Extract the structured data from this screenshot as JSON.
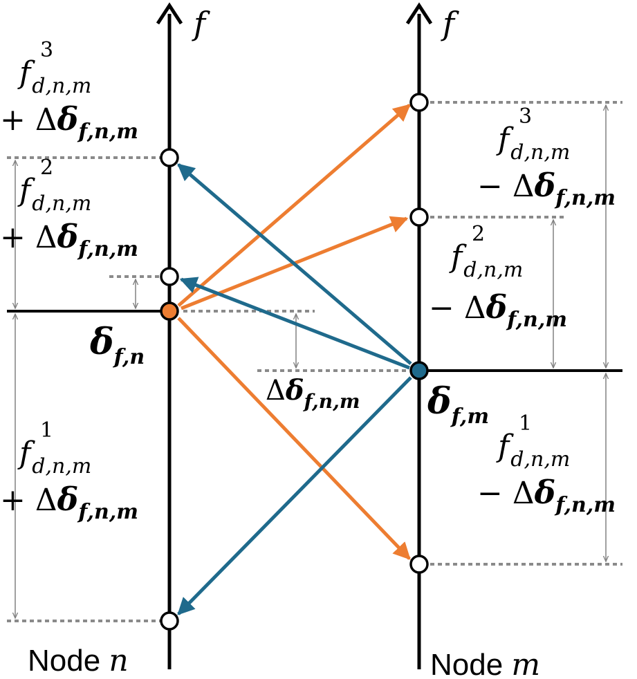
{
  "axis": {
    "left_label": "f",
    "right_label": "f"
  },
  "nodes": {
    "left": {
      "prefix": "Node ",
      "var": "n"
    },
    "right": {
      "prefix": "Node ",
      "var": "m"
    }
  },
  "left_labels": [
    {
      "f": "f",
      "sup": "3",
      "sub": "d,n,m",
      "op": "+ Δ",
      "d": "δ",
      "dsub": "f,n,m"
    },
    {
      "f": "f",
      "sup": "2",
      "sub": "d,n,m",
      "op": "+ Δ",
      "d": "δ",
      "dsub": "f,n,m"
    },
    {
      "f": "f",
      "sup": "1",
      "sub": "d,n,m",
      "op": "+ Δ",
      "d": "δ",
      "dsub": "f,n,m"
    }
  ],
  "right_labels": [
    {
      "f": "f",
      "sup": "3",
      "sub": "d,n,m",
      "op": "− Δ",
      "d": "δ",
      "dsub": "f,n,m"
    },
    {
      "f": "f",
      "sup": "2",
      "sub": "d,n,m",
      "op": "− Δ",
      "d": "δ",
      "dsub": "f,n,m"
    },
    {
      "f": "f",
      "sup": "1",
      "sub": "d,n,m",
      "op": "− Δ",
      "d": "δ",
      "dsub": "f,n,m"
    }
  ],
  "delta_n": {
    "d": "δ",
    "sub": "f,n"
  },
  "delta_m": {
    "d": "δ",
    "sub": "f,m"
  },
  "delta_offset": {
    "op": "Δ",
    "d": "δ",
    "sub": "f,n,m"
  },
  "colors": {
    "orange": "#ED7D31",
    "blue": "#1F6A8C",
    "axis": "#000000",
    "guide": "#808080"
  }
}
